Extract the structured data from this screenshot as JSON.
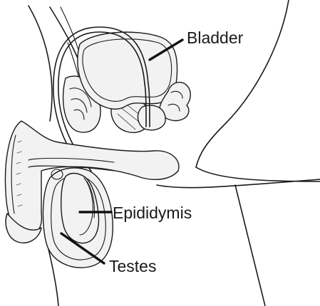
{
  "labels": {
    "bladder": "Bladder",
    "epididymis": "Epididymis",
    "testes": "Testes"
  },
  "colors": {
    "ink": "#1a1a1a",
    "tissue": "#f2f2f2",
    "background": "#ffffff"
  }
}
